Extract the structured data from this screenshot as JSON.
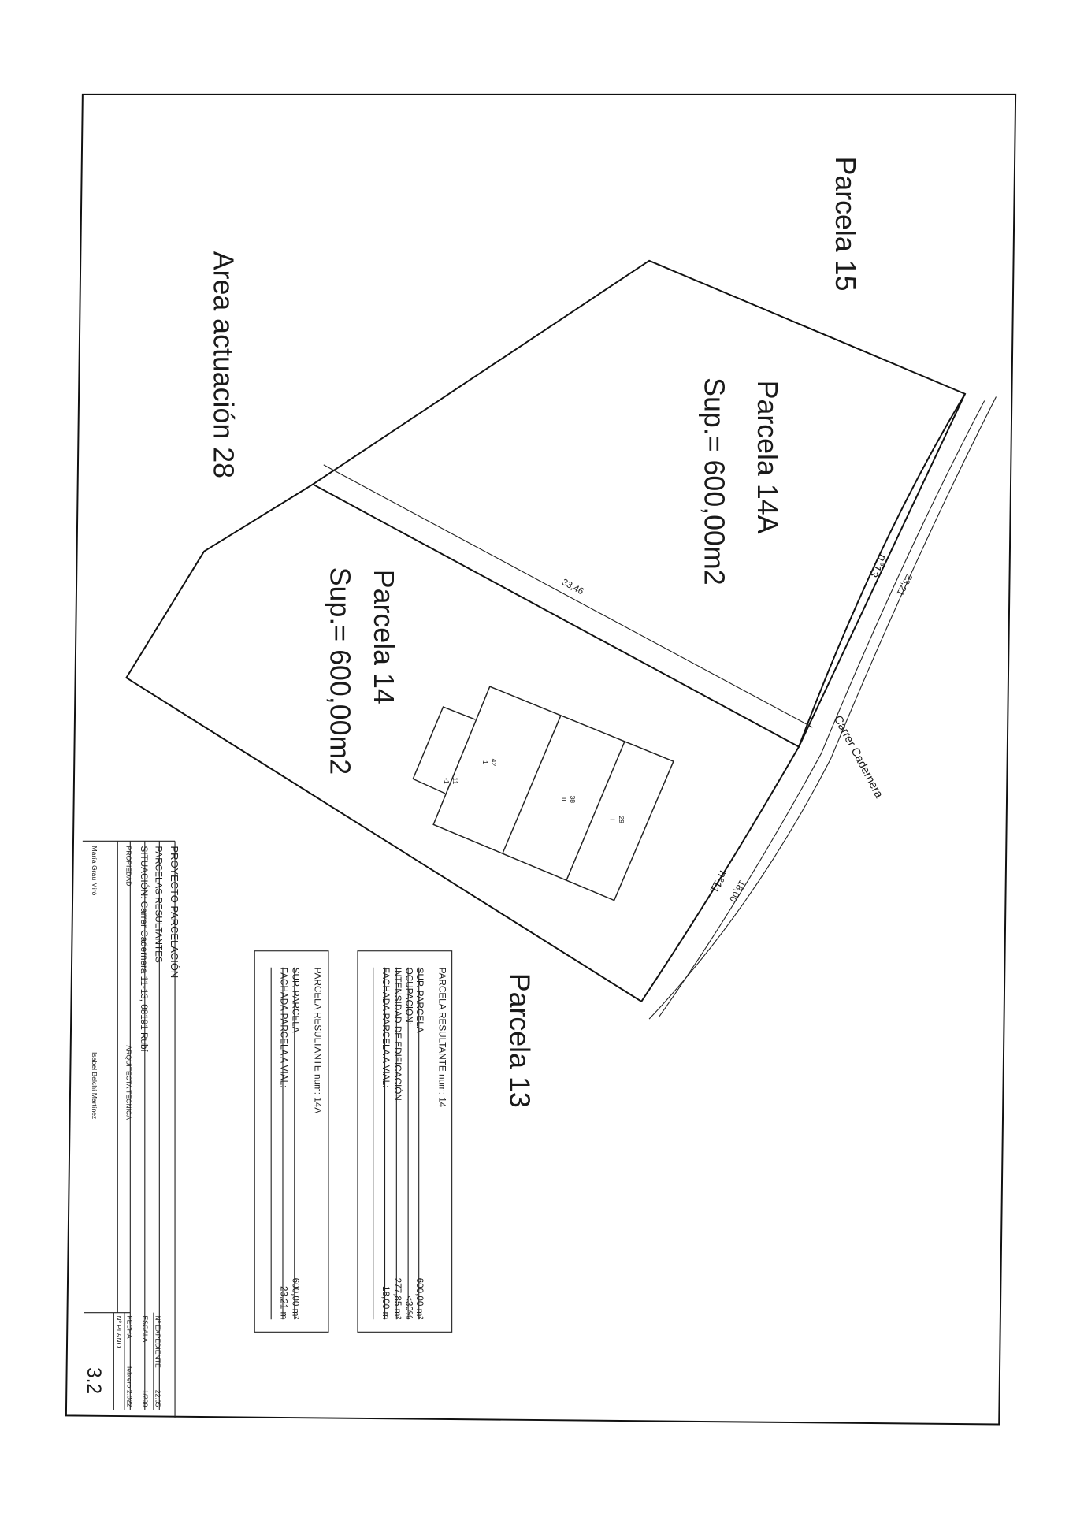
{
  "labels": {
    "parcela15": "Parcela 15",
    "parcela14a": "Parcela 14A",
    "parcela14a_sup": "Sup.= 600,00m2",
    "parcela14": "Parcela 14",
    "parcela14_sup": "Sup.= 600,00m2",
    "area": "Area actuación 28",
    "parcela13": "Parcela 13",
    "n13": "n°13",
    "n11": "n°11",
    "dim_2321": "23,21",
    "dim_1800": "18,00",
    "dim_3346": "33,46",
    "street": "Carrer Cadernera"
  },
  "building": {
    "b1": [
      "42",
      "1"
    ],
    "b2": [
      "38",
      "II"
    ],
    "b3": [
      "29",
      "I"
    ],
    "annex": [
      "11",
      "-1"
    ]
  },
  "table14": {
    "title": "PARCELA RESULTANTE num: 14",
    "rows": [
      {
        "label": "SUP. PARCELA",
        "value": "600,00 m²"
      },
      {
        "label": "OCUPACIÓN:",
        "value": "<30%"
      },
      {
        "label": "INTENSIDAD DE EDIFICACIÓN:",
        "value": "277,85 m²"
      },
      {
        "label": "FACHADA PARCELA A VIAL:",
        "value": "18,00 m"
      }
    ]
  },
  "table14a": {
    "title": "PARCELA RESULTANTE num: 14A",
    "rows": [
      {
        "label": "SUP. PARCELA",
        "value": "600,00 m²"
      },
      {
        "label": "FACHADA PARCELA A VIAL:",
        "value": "23,21 m"
      }
    ]
  },
  "titleblock": {
    "project": "PROYECTO PARCELACIÓN",
    "subject": "PARCELAS RESULTANTES",
    "situacion": "SITUACIÓN:  Carrer Cadernera 11-13, 08191 Rubí",
    "propiedad": "PROPIEDAD",
    "arquitecta": "ARQUITECTA TÉCNICA",
    "owner": "María Grau Miró",
    "architect": "Isabel Belchí Martínez",
    "expediente_label": "Nº EXPEDIENTE",
    "expediente": "22.05",
    "escala_label": "ESCALA",
    "escala": "1/200",
    "fecha_label": "FECHA",
    "fecha": "febrero 2.022",
    "plano_label": "Nº PLANO",
    "plano": "3.2"
  }
}
